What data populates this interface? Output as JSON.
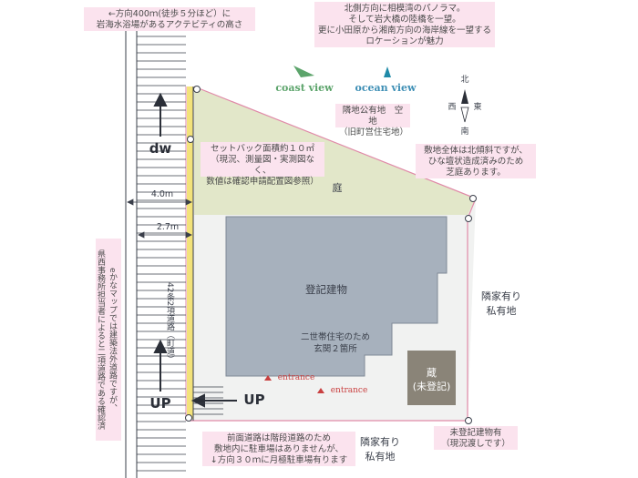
{
  "notes": {
    "top_left": "←方向400ｍ(徒歩５分ほど）に\n岩海水浴場があるアクテビティの高さ",
    "top_center": "北側方向に相模湾のパノラマ。\nそして岩大橋の陸橋を一望。\n更に小田原から湘南方向の海岸線を一望する\nロケーションが魅力",
    "neighbor_top": "隣地公有地　空地\n（旧町営住宅地）",
    "slope": "敷地全体は北傾斜ですが、\nひな壇状造成済みのため\n芝庭あります。",
    "setback": "セットバック面積約１０㎡\n（現況、測量図・実測図なく、\n数値は確認申請配置図参照）",
    "left_vertical": "eかなマップでは建築法外道路ですが、\n県西事務所担当者によると二項道路である確認済",
    "front_road": "前面道路は階段道路のため\n敷地内に駐車場はありませんが、\n↓方向３０ｍに月極駐車場有ります",
    "unregistered": "未登記建物有\n（現況渡しです）"
  },
  "views": {
    "coast": "coast view",
    "ocean": "ocean view"
  },
  "compass": {
    "north": "北",
    "south": "南",
    "east": "東",
    "west": "西"
  },
  "labels": {
    "garden": "庭",
    "building": "登記建物",
    "two_household": "二世帯住宅のため\n玄関２箇所",
    "storehouse": "蔵\n(未登記)",
    "neighbor_right": "隣家有り\n私有地",
    "neighbor_bottom": "隣家有り\n私有地",
    "entrance1": "entrance",
    "entrance2": "entrance",
    "road": "42条2項道路（町道）",
    "width_outer": "4.0m",
    "width_inner": "2.7m",
    "dw": "dw",
    "up_left": "UP",
    "up_right": "UP"
  },
  "colors": {
    "note_bg": "#fbe3ee",
    "garden": "#e2e7c9",
    "building": "#a7b1bd",
    "storehouse": "#8a8478",
    "lot_border": "#e08aa8",
    "road_edge": "#f3e27a",
    "coast_arrow": "#5ca46b",
    "ocean_arrow": "#1f8aa8",
    "view_text": "#3e8fb5"
  }
}
